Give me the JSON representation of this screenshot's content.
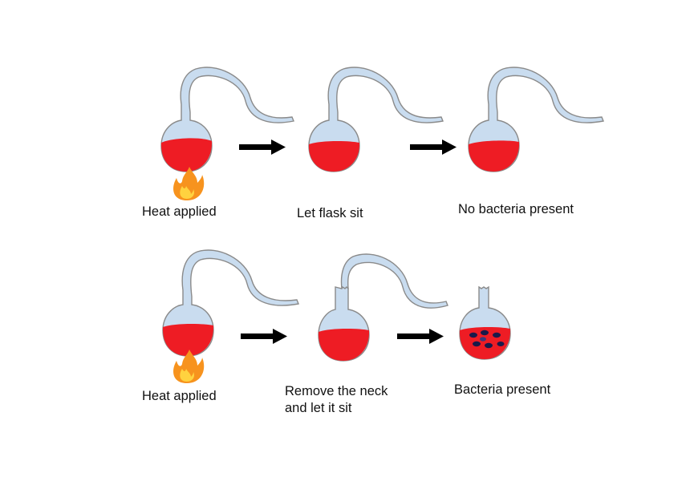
{
  "colors": {
    "broth": "#ee1c24",
    "glass": "#c9dcef",
    "outline": "#8a8a8a",
    "arrow": "#000000",
    "bacteria": "#1a1a4a",
    "flame_outer": "#f7931e",
    "flame_inner": "#ffd23f"
  },
  "experiment": {
    "sealed": {
      "step1_label": "Heat applied",
      "step2_label": "Let flask sit",
      "step3_label": "No bacteria present"
    },
    "broken": {
      "step1_label": "Heat applied",
      "step2_label_line1": "Remove the neck",
      "step2_label_line2": "and let it sit",
      "step3_label": "Bacteria present"
    }
  },
  "icons": [
    "flask-icon",
    "swan-neck-icon",
    "flame-icon",
    "arrow-right-icon",
    "bacteria-icon"
  ]
}
